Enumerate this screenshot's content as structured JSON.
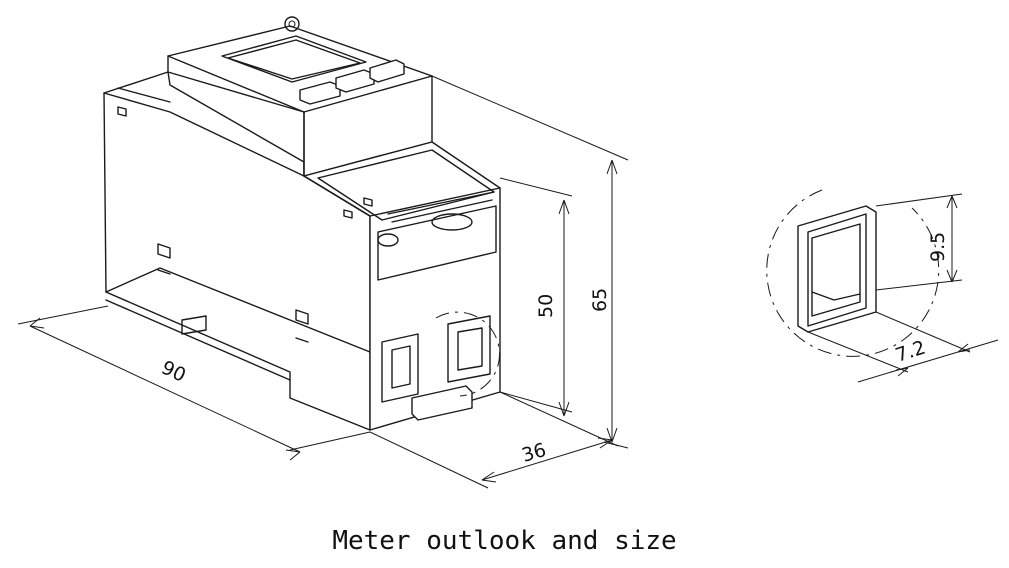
{
  "figure": {
    "caption": "Meter outlook and size",
    "dimensions": {
      "length": "90",
      "depth": "36",
      "height_terminal": "50",
      "height_total": "65",
      "slot_height": "9.5",
      "slot_width": "7.2"
    }
  }
}
